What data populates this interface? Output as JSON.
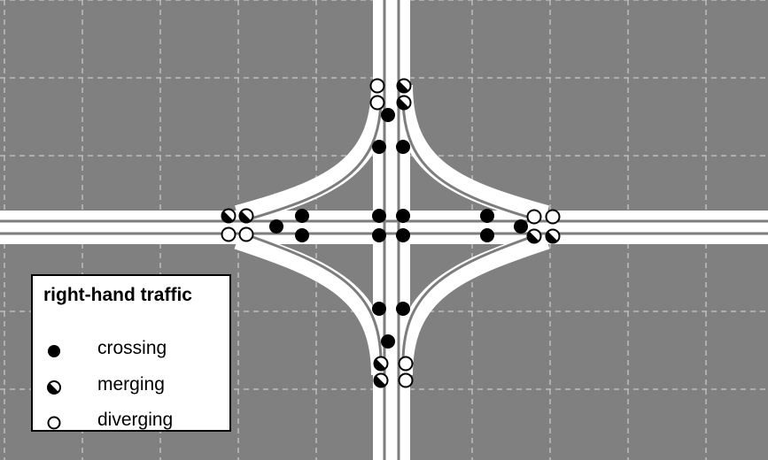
{
  "colors": {
    "background": "#808080",
    "grid": "#bdbdbd",
    "road": "#ffffff",
    "lane": "#7d7d7d",
    "marker": "#000000",
    "legend_bg": "#ffffff"
  },
  "legend": {
    "title": "right-hand traffic",
    "items": [
      {
        "symbol": "filled-circle",
        "label": "crossing"
      },
      {
        "symbol": "half-filled-circle",
        "label": "merging"
      },
      {
        "symbol": "open-circle",
        "label": "diverging"
      }
    ]
  }
}
